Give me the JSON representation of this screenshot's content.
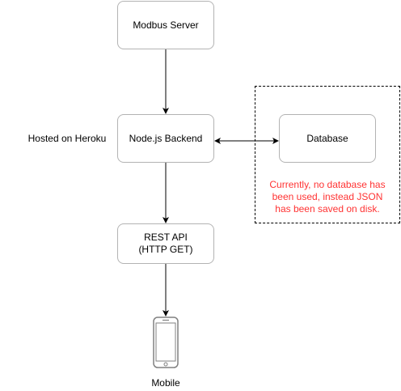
{
  "nodes": {
    "modbus_server": "Modbus Server",
    "backend": "Node.js Backend",
    "database": "Database",
    "rest_api_line1": "REST API",
    "rest_api_line2": "(HTTP GET)"
  },
  "labels": {
    "hosted": "Hosted on Heroku",
    "mobile": "Mobile"
  },
  "note": {
    "line1": "Currently, no database has",
    "line2": "been used, instead JSON",
    "line3": "has been saved on disk.",
    "color": "#ff3333"
  },
  "icons": {
    "mobile": "mobile-phone-icon"
  },
  "edges": [
    {
      "from": "Modbus Server",
      "to": "Node.js Backend",
      "direction": "forward"
    },
    {
      "from": "Node.js Backend",
      "to": "Database",
      "direction": "both"
    },
    {
      "from": "Node.js Backend",
      "to": "REST API",
      "direction": "forward"
    },
    {
      "from": "REST API",
      "to": "Mobile",
      "direction": "forward"
    }
  ]
}
